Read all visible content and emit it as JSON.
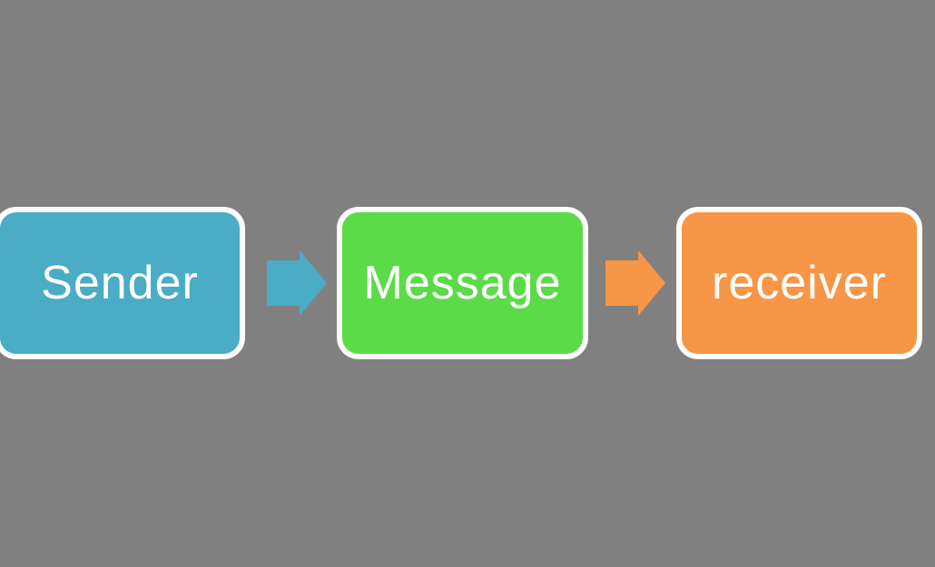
{
  "diagram": {
    "title": "communication-flow",
    "background_color": "#808080",
    "border_color": "#FFFFFF",
    "text_color": "#FFFFFF",
    "nodes": [
      {
        "id": "sender",
        "label": "Sender",
        "fill": "#4AACC5"
      },
      {
        "id": "message",
        "label": "Message",
        "fill": "#5CDB49"
      },
      {
        "id": "receiver",
        "label": "receiver",
        "fill": "#F79646"
      }
    ],
    "arrows": [
      {
        "id": "arrow-sender-to-message",
        "direction": "right",
        "fill": "#4AACC5"
      },
      {
        "id": "arrow-message-to-receiver",
        "direction": "right",
        "fill": "#F79646"
      }
    ]
  }
}
